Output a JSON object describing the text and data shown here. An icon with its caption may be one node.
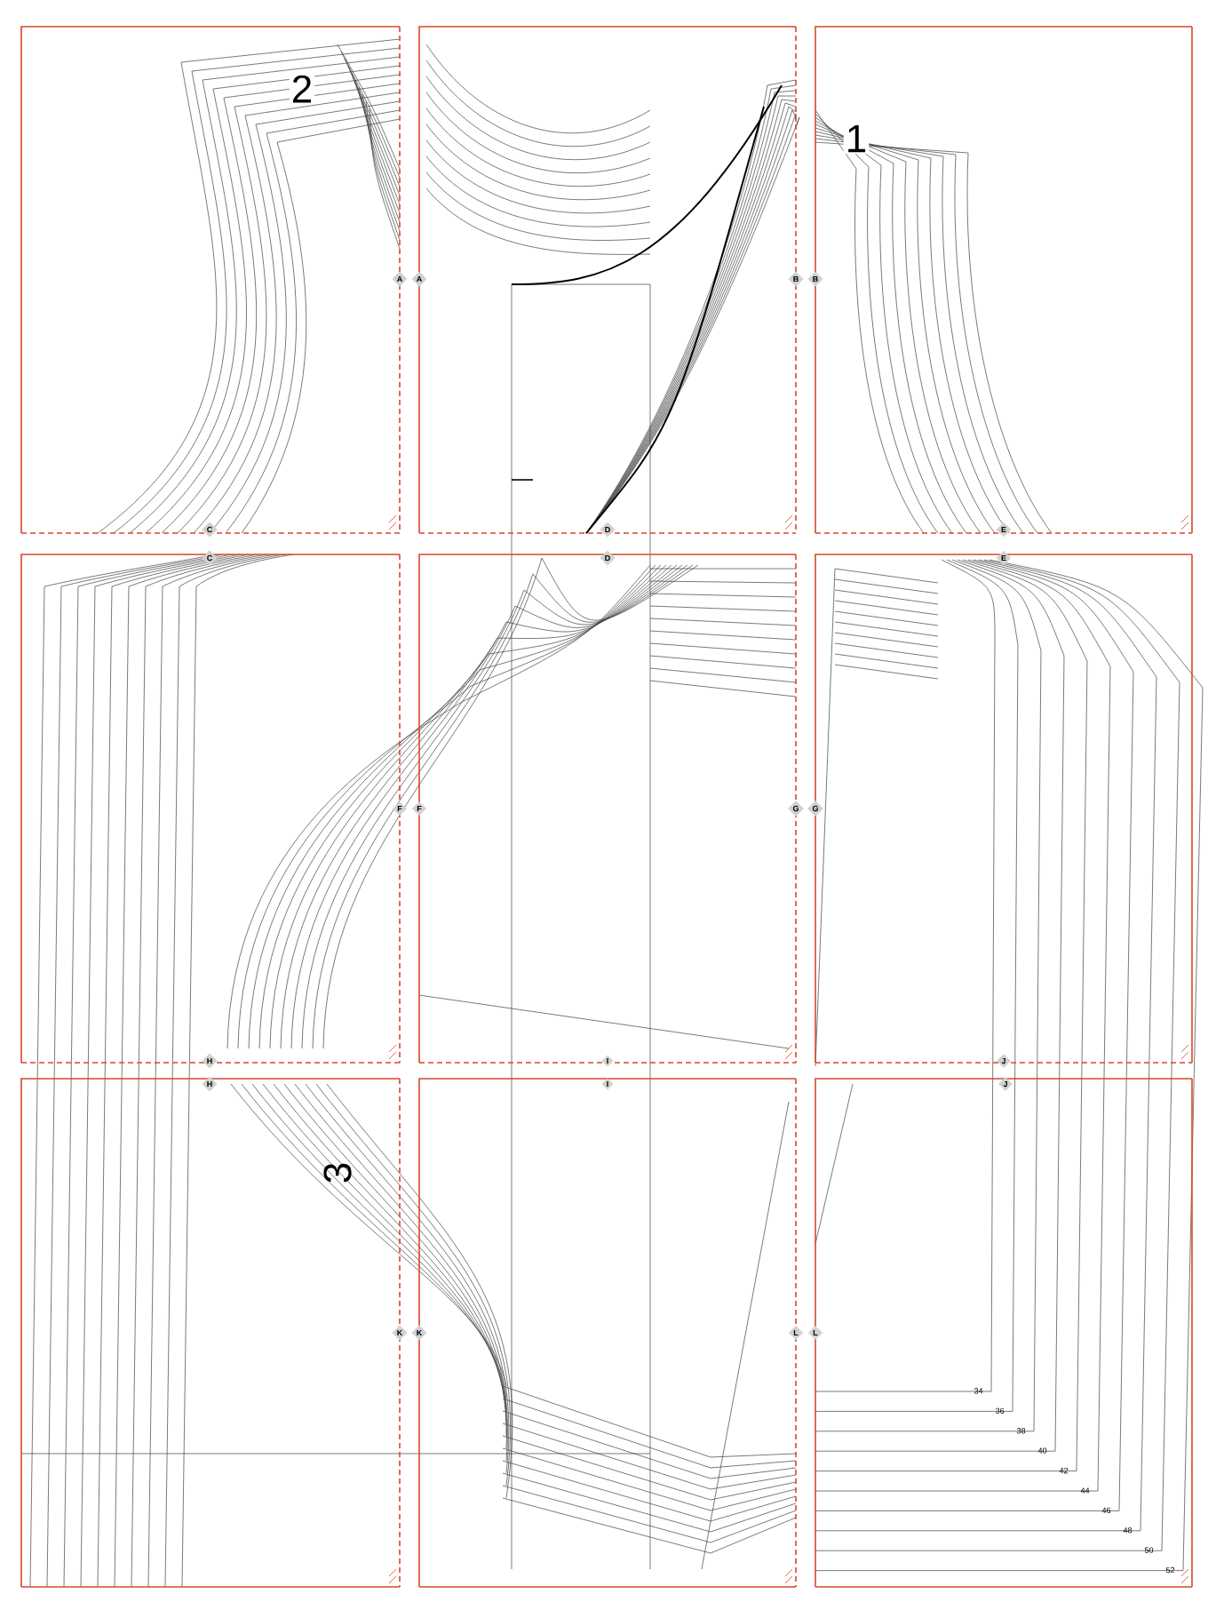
{
  "diagram": {
    "labels": [
      "2",
      "1",
      "A",
      "A",
      "B",
      "B",
      "C",
      "D",
      "E",
      "C",
      "F",
      "D",
      "F",
      "G",
      "E",
      "G",
      "H",
      "I",
      "J",
      "H",
      "K",
      "I",
      "K",
      "L",
      "J",
      "L",
      "3",
      "34",
      "36",
      "38",
      "40",
      "42",
      "44",
      "46",
      "48",
      "50",
      "52"
    ]
  }
}
